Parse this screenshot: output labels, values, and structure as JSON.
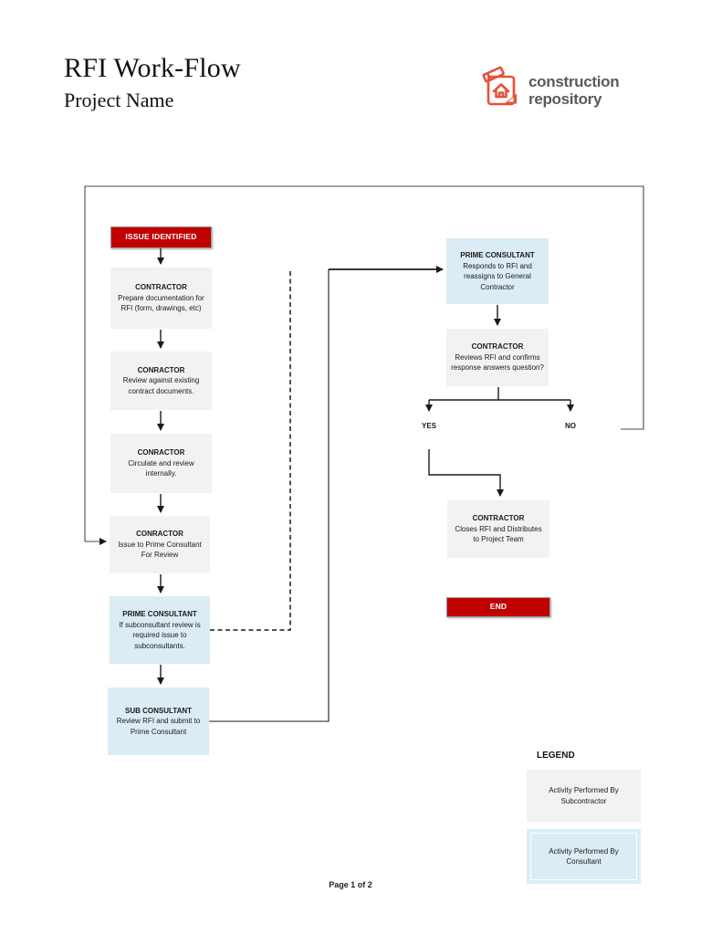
{
  "header": {
    "title": "RFI Work-Flow",
    "subtitle": "Project Name"
  },
  "logo": {
    "line1": "construction",
    "line2": "repository",
    "icon": "house-clipboard-icon",
    "icon_color": "#e8503a",
    "text_color": "#595a5c"
  },
  "colors": {
    "terminal_red": "#c00000",
    "contractor_gray": "#f2f2f2",
    "consultant_blue": "#dcecf4",
    "line": "#1a1a1a"
  },
  "flowchart": {
    "start": {
      "label": "ISSUE IDENTIFIED"
    },
    "end": {
      "label": "END"
    },
    "labels": {
      "yes": "YES",
      "no": "NO"
    },
    "nodes": [
      {
        "title": "CONTRACTOR",
        "body": "Prepare documentation for RFI (form, drawings, etc)",
        "type": "gray"
      },
      {
        "title": "CONRACTOR",
        "body": "Review against existing contract documents.",
        "type": "gray"
      },
      {
        "title": "CONRACTOR",
        "body": "Circulate and review internally.",
        "type": "gray"
      },
      {
        "title": "CONRACTOR",
        "body": "Issue to Prime Consultant For Review",
        "type": "gray"
      },
      {
        "title": "PRIME CONSULTANT",
        "body": "If subconsultant review is required issue to subconsultants.",
        "type": "blue"
      },
      {
        "title": "SUB CONSULTANT",
        "body": "Review RFI and submit to Prime Consultant",
        "type": "blue"
      },
      {
        "title": "PRIME CONSULTANT",
        "body": "Responds to RFI and reassigns to General Contractor",
        "type": "blue"
      },
      {
        "title": "CONTRACTOR",
        "body": "Reviews RFI and confirms response answers question?",
        "type": "gray"
      },
      {
        "title": "CONTRACTOR",
        "body": "Closes RFI and Distributes to Project Team",
        "type": "gray"
      }
    ]
  },
  "legend": {
    "title": "LEGEND",
    "items": [
      {
        "label": "Activity Performed By Subcontractor",
        "type": "gray"
      },
      {
        "label": "Activity Performed By Consultant",
        "type": "blue"
      }
    ]
  },
  "footer": {
    "text": "Page 1 of 2"
  }
}
